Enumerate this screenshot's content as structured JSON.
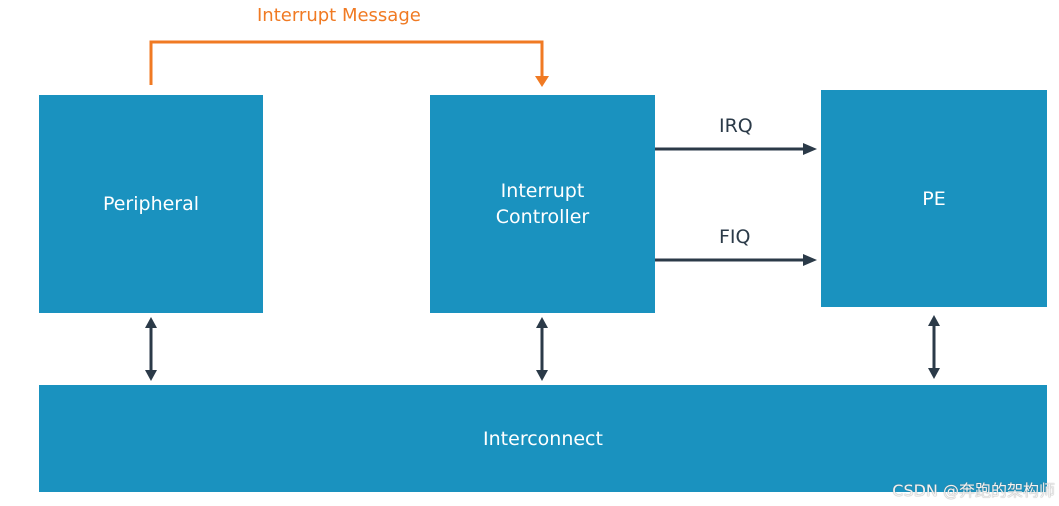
{
  "diagram": {
    "interrupt_message_label": "Interrupt Message",
    "blocks": {
      "peripheral": "Peripheral",
      "controller_line1": "Interrupt",
      "controller_line2": "Controller",
      "pe": "PE",
      "interconnect": "Interconnect"
    },
    "signals": {
      "irq": "IRQ",
      "fiq": "FIQ"
    },
    "colors": {
      "block": "#1a92bf",
      "message_arrow": "#f07a23",
      "signal_arrow": "#2b3a48"
    }
  },
  "watermark": "CSDN @奔跑的架构师"
}
